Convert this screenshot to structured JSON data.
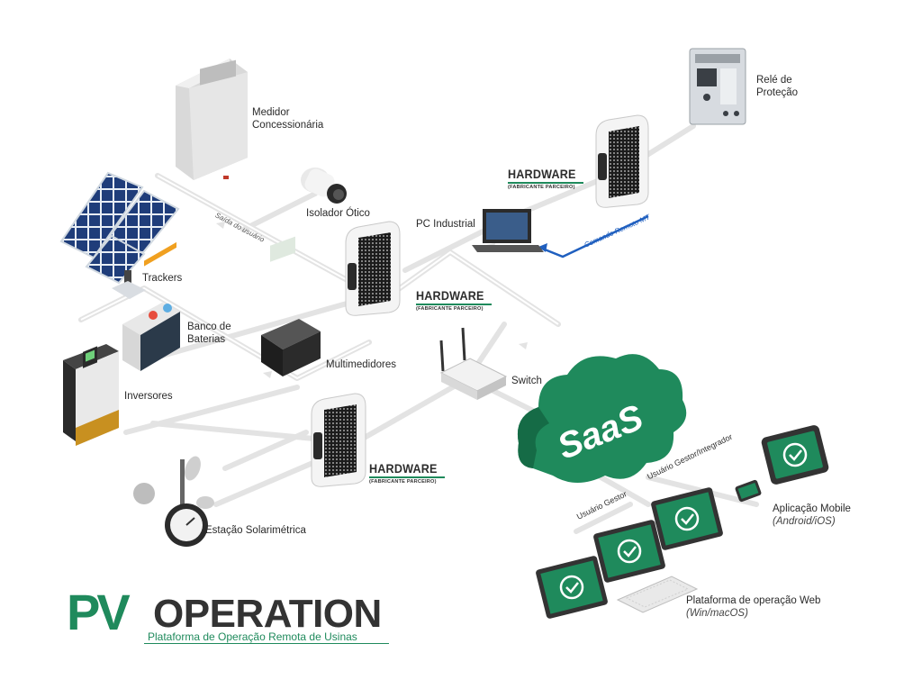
{
  "labels": {
    "medidor": "Medidor",
    "concessionaria": "Concessionária",
    "isolador": "Isolador Ótico",
    "trackers": "Trackers",
    "banco1": "Banco de",
    "banco2": "Baterias",
    "inversores": "Inversores",
    "multimedidores": "Multimedidores",
    "estacao": "Estação Solarimétrica",
    "pc": "PC Industrial",
    "rele1": "Relé de",
    "rele2": "Proteção",
    "switch": "Switch",
    "saas": "SaaS",
    "mobile": "Aplicação Mobile",
    "mobile_os": "(Android/iOS)",
    "web": "Plataforma de operação Web",
    "web_os": "(Win/macOS)"
  },
  "hardware": {
    "title": "HARDWARE",
    "subtitle": "(FABRICANTE PARCEIRO)"
  },
  "connections": {
    "saida": "Saída do usuário",
    "comando": "Comando Remoto MT",
    "gestor": "Usuário Gestor",
    "integrador": "Usuário Gestor/Integrador"
  },
  "logo": {
    "pv": "PV",
    "operation": "OPERATION",
    "tagline": "Plataforma de Operação Remota de Usinas"
  },
  "colors": {
    "brand_green": "#1f8a5c",
    "link_blue": "#1f5fbf",
    "line_gray": "#e3e3e3"
  }
}
